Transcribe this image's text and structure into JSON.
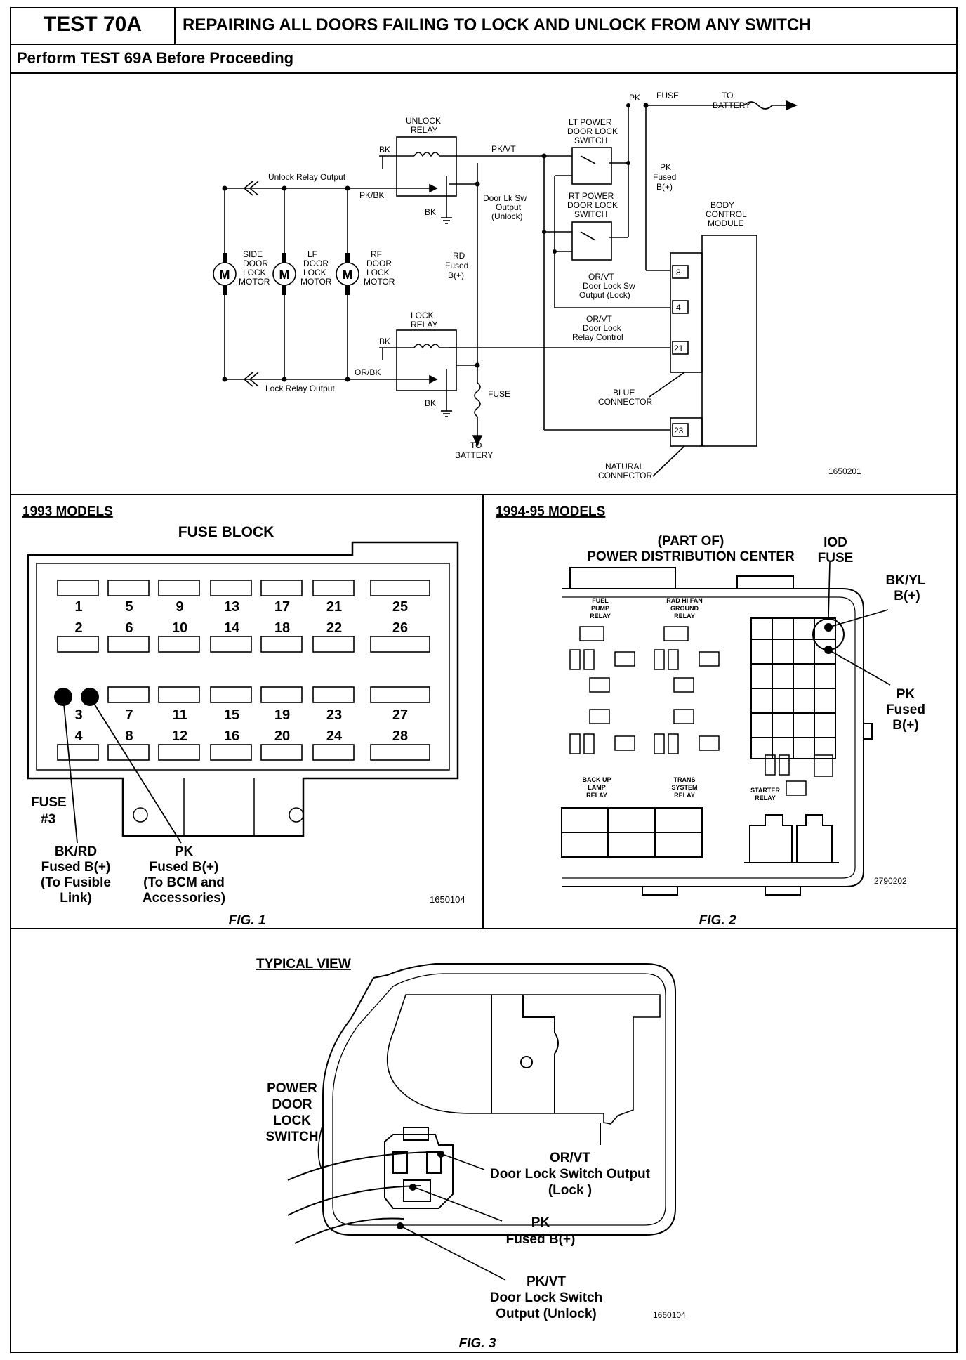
{
  "header": {
    "test_id": "TEST 70A",
    "title": "REPAIRING ALL DOORS FAILING TO LOCK AND UNLOCK FROM ANY SWITCH",
    "subtitle": "Perform TEST 69A Before Proceeding"
  },
  "schematic": {
    "pk": "PK",
    "fuse_top": "FUSE",
    "to_battery_top": [
      "TO",
      "BATTERY"
    ],
    "lt_switch": [
      "LT POWER",
      "DOOR LOCK",
      "SWITCH"
    ],
    "rt_switch": [
      "RT POWER",
      "DOOR LOCK",
      "SWITCH"
    ],
    "pk_fused": [
      "PK",
      "Fused",
      "B(+)"
    ],
    "unlock_relay": [
      "UNLOCK",
      "RELAY"
    ],
    "lock_relay": [
      "LOCK",
      "RELAY"
    ],
    "bk": "BK",
    "pkvt": "PK/VT",
    "pkbk": "PK/BK",
    "orbk": "OR/BK",
    "unlock_relay_output": "Unlock Relay Output",
    "lock_relay_output": "Lock Relay Output",
    "door_lk_sw_out_unlock": [
      "Door Lk Sw",
      "Output",
      "(Unlock)"
    ],
    "rd_fused": [
      "RD",
      "Fused",
      "B(+)"
    ],
    "orvt_lock": [
      "OR/VT",
      "Door Lock Sw",
      "Output (Lock)"
    ],
    "orvt_relay": [
      "OR/VT",
      "Door Lock",
      "Relay Control"
    ],
    "bcm": [
      "BODY",
      "CONTROL",
      "MODULE"
    ],
    "pins": [
      "8",
      "4",
      "21",
      "23"
    ],
    "blue_connector": [
      "BLUE",
      "CONNECTOR"
    ],
    "natural_connector": [
      "NATURAL",
      "CONNECTOR"
    ],
    "fuse_bottom": "FUSE",
    "to_battery_bottom": [
      "TO",
      "BATTERY"
    ],
    "motors": [
      [
        "SIDE",
        "DOOR",
        "LOCK",
        "MOTOR"
      ],
      [
        "LF",
        "DOOR",
        "LOCK",
        "MOTOR"
      ],
      [
        "RF",
        "DOOR",
        "LOCK",
        "MOTOR"
      ]
    ],
    "motor_symbol": "M",
    "ref": "1650201"
  },
  "fig1": {
    "models": "1993 MODELS",
    "title": "FUSE BLOCK",
    "row1": [
      "1",
      "5",
      "9",
      "13",
      "17",
      "21",
      "25"
    ],
    "row2": [
      "2",
      "6",
      "10",
      "14",
      "18",
      "22",
      "26"
    ],
    "row3": [
      "3",
      "7",
      "11",
      "15",
      "19",
      "23",
      "27"
    ],
    "row4": [
      "4",
      "8",
      "12",
      "16",
      "20",
      "24",
      "28"
    ],
    "fuse_label": [
      "FUSE",
      "#3"
    ],
    "bkrd": [
      "BK/RD",
      "Fused B(+)",
      "(To Fusible",
      "Link)"
    ],
    "pk": [
      "PK",
      "Fused B(+)",
      "(To BCM and",
      "Accessories)"
    ],
    "ref": "1650104",
    "caption": "FIG. 1"
  },
  "fig2": {
    "models": "1994-95 MODELS",
    "part_of": "(PART OF)",
    "pdc": "POWER DISTRIBUTION CENTER",
    "iod": [
      "IOD",
      "FUSE"
    ],
    "bkyl": [
      "BK/YL",
      "B(+)"
    ],
    "pk": [
      "PK",
      "Fused",
      "B(+)"
    ],
    "fuel_pump": [
      "FUEL",
      "PUMP",
      "RELAY"
    ],
    "rad_fan": [
      "RAD HI FAN",
      "GROUND",
      "RELAY"
    ],
    "backup": [
      "BACK UP",
      "LAMP",
      "RELAY"
    ],
    "trans": [
      "TRANS",
      "SYSTEM",
      "RELAY"
    ],
    "starter": [
      "STARTER",
      "RELAY"
    ],
    "ref": "2790202",
    "caption": "FIG. 2"
  },
  "fig3": {
    "typical": "TYPICAL VIEW",
    "switch": [
      "POWER",
      "DOOR",
      "LOCK",
      "SWITCH"
    ],
    "orvt": [
      "OR/VT",
      "Door Lock Switch Output",
      "(Lock )"
    ],
    "pk": [
      "PK",
      "Fused B(+)"
    ],
    "pkvt": [
      "PK/VT",
      "Door Lock Switch",
      "Output (Unlock)"
    ],
    "ref": "1660104",
    "caption": "FIG. 3"
  }
}
